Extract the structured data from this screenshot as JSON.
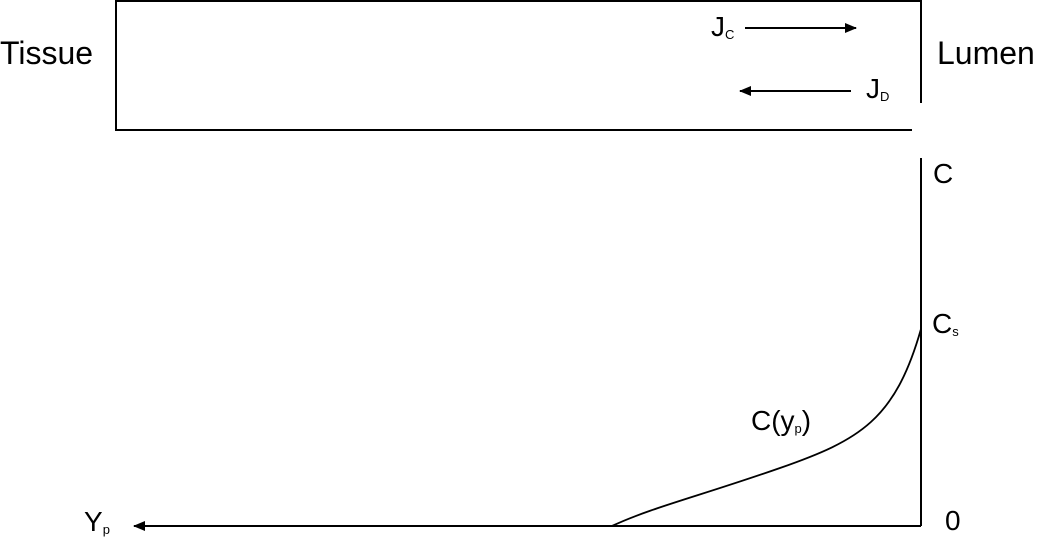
{
  "labels": {
    "tissue": "Tissue",
    "lumen": "Lumen",
    "flux_c": {
      "main": "J",
      "sub": "C"
    },
    "flux_d": {
      "main": "J",
      "sub": "D"
    },
    "axis_c": "C",
    "c_s": {
      "main": "C",
      "sub": "s"
    },
    "curve": {
      "main": "C(y",
      "sub": "p",
      "close": ")"
    },
    "origin": "0",
    "y_p": {
      "main": "Y",
      "sub": "p"
    }
  },
  "colors": {
    "stroke": "#000000",
    "background": "#ffffff"
  }
}
